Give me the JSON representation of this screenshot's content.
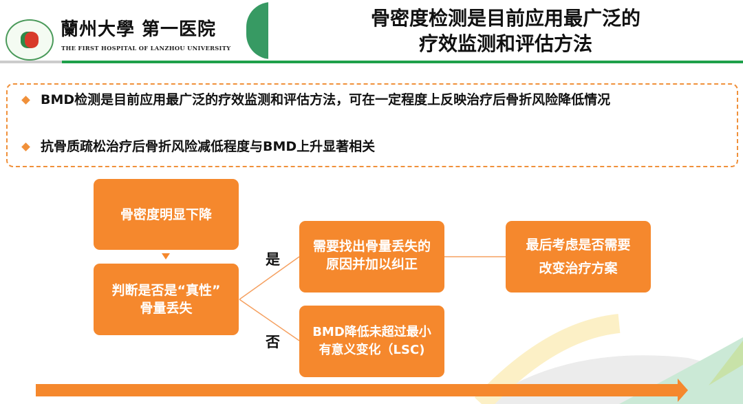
{
  "header": {
    "logo_cn": "蘭州大學 第一医院",
    "logo_en": "THE FIRST HOSPITAL OF LANZHOU UNIVERSITY",
    "title_line1": "骨密度检测是目前应用最广泛的",
    "title_line2": "疗效监测和评估方法"
  },
  "bullets": [
    "BMD检测是目前应用最广泛的疗效监测和评估方法，可在一定程度上反映治疗后骨折风险降低情况",
    "抗骨质疏松治疗后骨折风险减低程度与BMD上升显著相关"
  ],
  "flow": {
    "box_decline": "骨密度明显下降",
    "box_judge_1": "判断是否是“真性”",
    "box_judge_2": "骨量丢失",
    "yes": "是",
    "no": "否",
    "box_find_1": "需要找出骨量丢失的",
    "box_find_2": "原因并加以纠正",
    "box_lsc_1": "BMD降低未超过最小",
    "box_lsc_2": "有意义变化（LSC)",
    "box_change_1": "最后考虑是否需要",
    "box_change_2": "改变治疗方案"
  },
  "colors": {
    "orange": "#f5882d",
    "green": "#379a63"
  }
}
